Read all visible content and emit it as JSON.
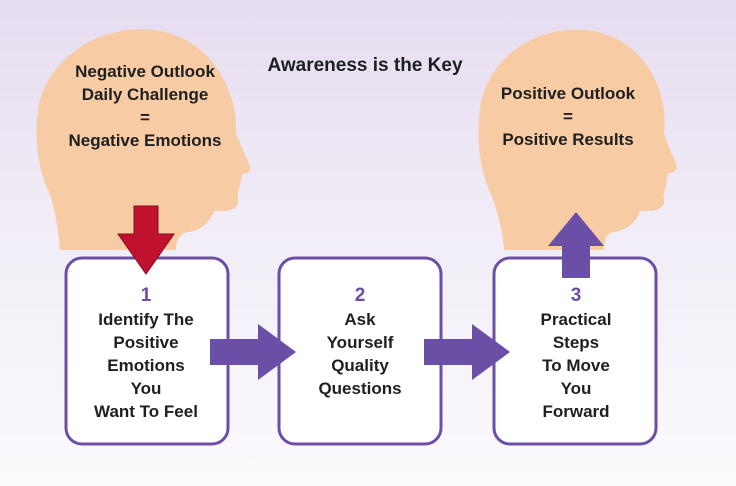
{
  "title": "Awareness is the Key",
  "negative_head": {
    "lines": [
      "Negative Outlook",
      "Daily Challenge",
      "=",
      "Negative Emotions"
    ]
  },
  "positive_head": {
    "lines": [
      "Positive Outlook",
      "=",
      "Positive Results"
    ]
  },
  "steps": [
    {
      "number": "1",
      "lines": [
        "Identify The",
        "Positive",
        "Emotions",
        "You",
        "Want To Feel"
      ]
    },
    {
      "number": "2",
      "lines": [
        "Ask",
        "Yourself",
        "Quality",
        "Questions"
      ]
    },
    {
      "number": "3",
      "lines": [
        "Practical",
        "Steps",
        "To Move",
        "You",
        "Forward"
      ]
    }
  ],
  "colors": {
    "head": "#f7cba4",
    "box_border": "#6b4fa6",
    "arrow": "#6b4fa6",
    "down_arrow": "#c0112e",
    "number": "#6b4fa6"
  }
}
